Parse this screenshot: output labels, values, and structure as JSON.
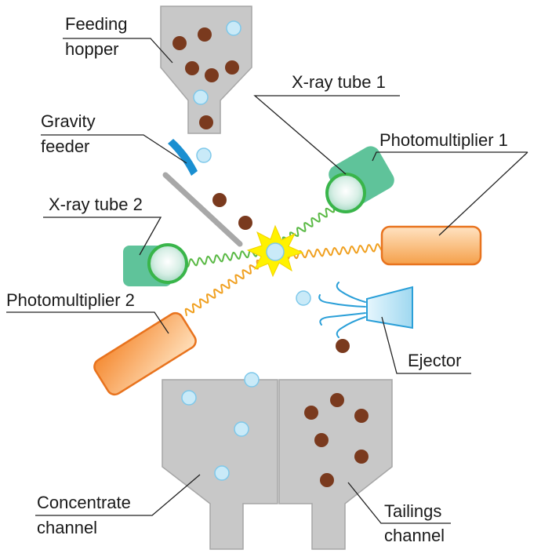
{
  "labels": {
    "feeding_hopper": [
      "Feeding",
      "hopper"
    ],
    "gravity_feeder": [
      "Gravity",
      "feeder"
    ],
    "xray_tube_1": "X-ray tube 1",
    "xray_tube_2": "X-ray tube 2",
    "photomultiplier_1": "Photomultiplier 1",
    "photomultiplier_2": "Photomultiplier 2",
    "ejector": "Ejector",
    "concentrate_channel": [
      "Concentrate",
      "channel"
    ],
    "tailings_channel": [
      "Tailings",
      "channel"
    ]
  },
  "colors": {
    "hopper_fill": "#c8c8c8",
    "hopper_stroke": "#a6a6a6",
    "mineral_particle": "#7a3a1e",
    "waste_particle": "#c9eaf8",
    "xray_tube": "#5fc39a",
    "xray_window": "#39b54a",
    "photomultiplier": "#f5a04a",
    "ejector": "#9fd8f0",
    "feeder_plate": "#1a8fd1",
    "flash": "#fff200",
    "xray_wave": "#5ab945",
    "fluorescence_wave": "#f0a020"
  }
}
